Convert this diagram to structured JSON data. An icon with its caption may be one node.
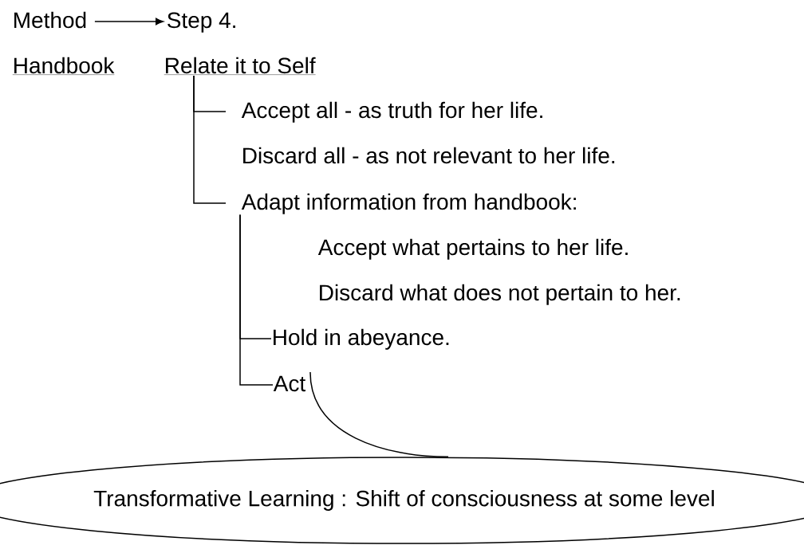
{
  "diagram": {
    "nodes": [
      {
        "text": [
          "Method"
        ]
      },
      {
        "text": [
          "Step 4."
        ]
      },
      {
        "text": [
          "Handbook"
        ]
      },
      {
        "text": [
          "Relate it to Self"
        ]
      },
      {
        "text": [
          "Accept all - as truth for her life."
        ]
      },
      {
        "text": [
          "Discard all - as not relevant to her life."
        ]
      },
      {
        "text": [
          "Adapt information from handbook:"
        ]
      },
      {
        "text": [
          "Accept what pertains to her life."
        ]
      },
      {
        "text": [
          "Discard what does not pertain to her."
        ]
      },
      {
        "text": [
          "Hold in abeyance."
        ]
      },
      {
        "text": [
          "Act"
        ]
      },
      {
        "text": [
          "Transformative Learning : Shift of consciousness at some level"
        ]
      }
    ],
    "edges": [
      {
        "from": 0,
        "to": 1,
        "arrow": "to"
      },
      {
        "from": 3,
        "to": 4,
        "arrow": "none"
      },
      {
        "from": 3,
        "to": 6,
        "arrow": "none"
      },
      {
        "from": 6,
        "to": 9,
        "arrow": "none"
      },
      {
        "from": 6,
        "to": 10,
        "arrow": "none"
      },
      {
        "from": 10,
        "to": 11,
        "arrow": "none"
      }
    ]
  }
}
